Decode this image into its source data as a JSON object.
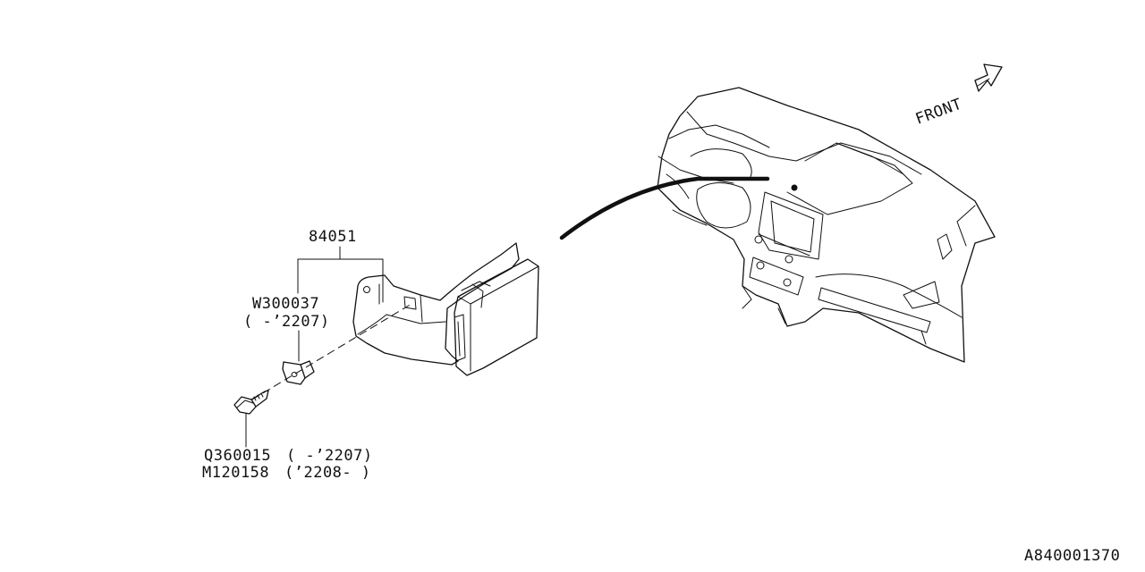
{
  "labels": {
    "bracket_assembly": "84051",
    "nut_part": "W300037",
    "nut_note": "( -’2207)",
    "bolt_part_1": "Q360015",
    "bolt_note_1": "( -’2207)",
    "bolt_part_2": "M120158",
    "bolt_note_2": "(’2208- )",
    "front": "FRONT",
    "diagram_id": "A840001370"
  }
}
